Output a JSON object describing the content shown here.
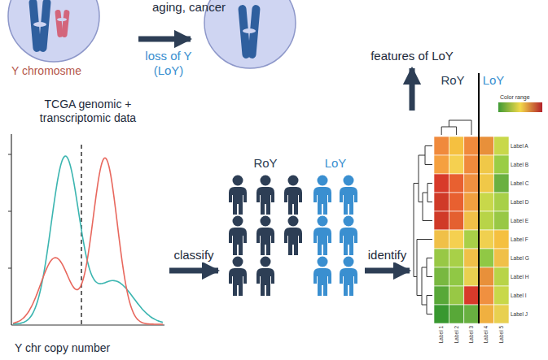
{
  "diagram": {
    "nodes": [
      {
        "text": [
          "TCGA genomic + transcriptomic data",
          "Y chr copy number"
        ]
      },
      {
        "text": [
          "RoY",
          "LoY"
        ]
      },
      {
        "text": [
          "RoY",
          "LoY"
        ]
      }
    ],
    "edges": [
      {
        "from": 0,
        "to": 1,
        "label": "classify",
        "arrow": "to"
      },
      {
        "from": 1,
        "to": 2,
        "label": "identify",
        "arrow": "to"
      }
    ],
    "labels": [
      "aging, cancer",
      "loss of Y (LoY)",
      "Y chromosme",
      "features of LoY",
      "Color range",
      "Label A",
      "Label B",
      "Label C",
      "Label D",
      "Label E",
      "Label F",
      "Label G",
      "Label H",
      "Label I",
      "Label J",
      "Label 1",
      "Label 2",
      "Label 3",
      "Label 4",
      "Label 5"
    ]
  }
}
